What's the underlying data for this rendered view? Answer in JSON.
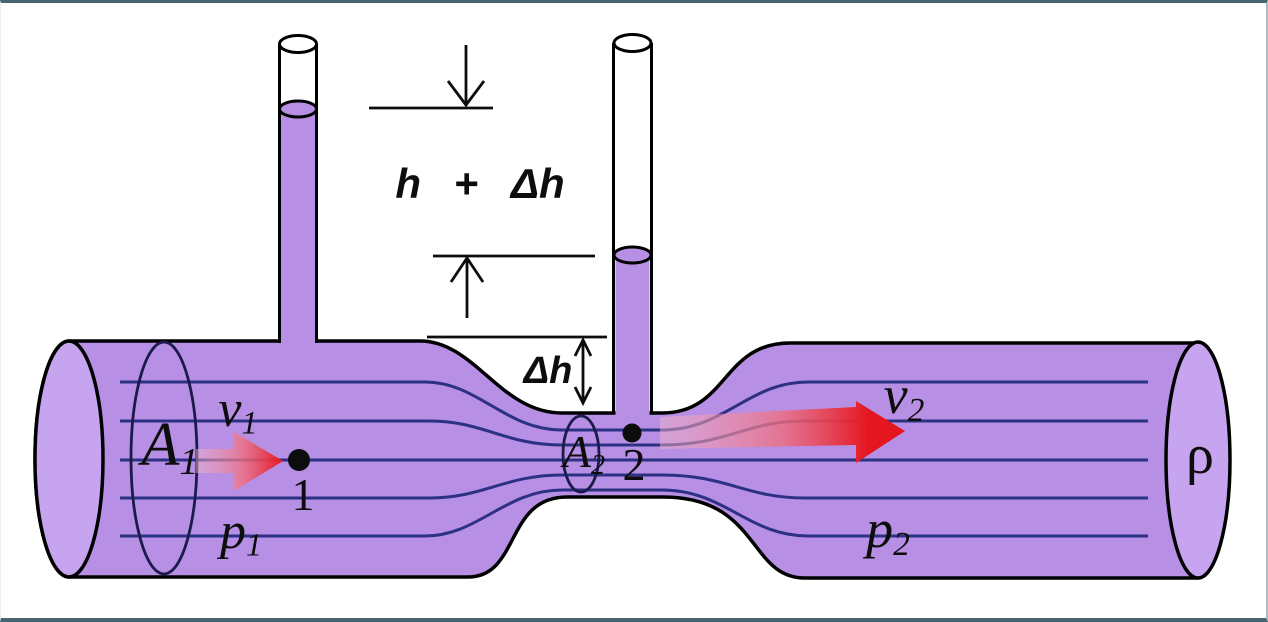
{
  "diagram": {
    "name": "venturi-tube-flow-diagram",
    "labels": {
      "height_sum": "h + Δh",
      "height_delta": "Δh",
      "v1": {
        "base": "v",
        "sub": "1"
      },
      "a1": {
        "base": "A",
        "sub": "1"
      },
      "p1": {
        "base": "p",
        "sub": "1"
      },
      "a2": {
        "base": "A",
        "sub": "2"
      },
      "v2": {
        "base": "v",
        "sub": "2"
      },
      "p2": {
        "base": "p",
        "sub": "2"
      },
      "point1": "1",
      "point2": "2",
      "density": "ρ"
    },
    "colors": {
      "pipe_fill": "#b78fe5",
      "cap_fill": "#c6a4ef",
      "tube_fluid": "#b78fe5",
      "outline": "#000000",
      "streamline": "#2d3184",
      "arrow_red": "#e5161f",
      "arrow_pink": "#f5b8ca",
      "marker_black": "#0d0d0d",
      "frame": "#45656f"
    }
  }
}
